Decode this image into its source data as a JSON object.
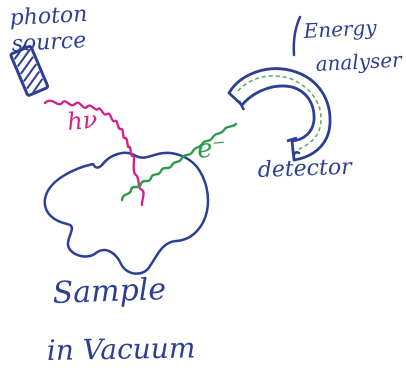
{
  "labels": {
    "photon_line1": "photon",
    "photon_line2": "source",
    "hv": "hν",
    "energy_line1": "Energy",
    "energy_line2": "analyser",
    "electron": "e⁻",
    "detector": "detector",
    "sample": "Sample",
    "vacuum": "in Vacuum"
  },
  "colors": {
    "ink": "#2d3f93",
    "photon": "#d51f8b",
    "electron": "#2f9a4b",
    "analyser_inner": "#58a765"
  }
}
